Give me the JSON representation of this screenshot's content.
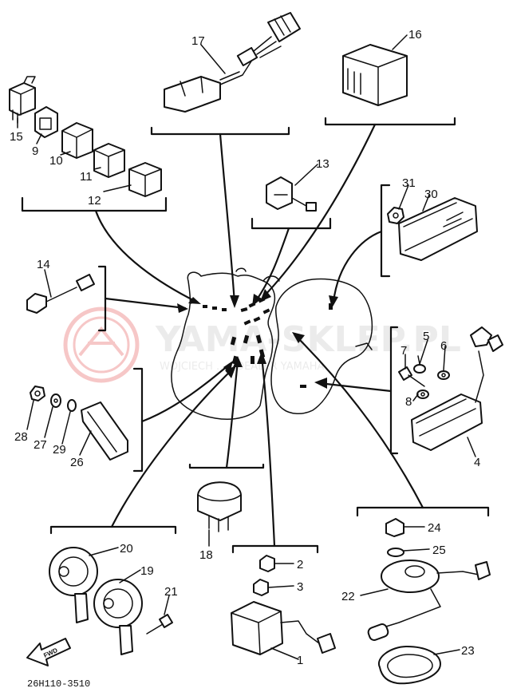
{
  "watermark": {
    "brand": "YAMA-SKLEP.PL",
    "sub": "WOJCIECH ... | DEALER YAMAHA",
    "color": "#e23a3a"
  },
  "parts": [
    {
      "id": "p17",
      "label": "17",
      "icon": "wire-connector-icon"
    },
    {
      "id": "p16",
      "label": "16",
      "icon": "relay-box-icon"
    },
    {
      "id": "p15",
      "label": "15",
      "icon": "relay-icon"
    },
    {
      "id": "p9",
      "label": "9",
      "icon": "bulb-socket-icon"
    },
    {
      "id": "p10",
      "label": "10",
      "icon": "relay-icon"
    },
    {
      "id": "p11",
      "label": "11",
      "icon": "relay-icon"
    },
    {
      "id": "p12",
      "label": "12",
      "icon": "relay-icon"
    },
    {
      "id": "p13",
      "label": "13",
      "icon": "switch-icon"
    },
    {
      "id": "p31",
      "label": "31",
      "icon": "nut-icon"
    },
    {
      "id": "p30",
      "label": "30",
      "icon": "reflector-icon"
    },
    {
      "id": "p14",
      "label": "14",
      "icon": "sensor-lead-icon"
    },
    {
      "id": "p5",
      "label": "5",
      "icon": "washer-icon"
    },
    {
      "id": "p6",
      "label": "6",
      "icon": "washer-icon"
    },
    {
      "id": "p7",
      "label": "7",
      "icon": "bolt-icon"
    },
    {
      "id": "p8",
      "label": "8",
      "icon": "washer-icon"
    },
    {
      "id": "p4",
      "label": "4",
      "icon": "ignitor-unit-icon"
    },
    {
      "id": "p28",
      "label": "28",
      "icon": "nut-icon"
    },
    {
      "id": "p27",
      "label": "27",
      "icon": "washer-icon"
    },
    {
      "id": "p29",
      "label": "29",
      "icon": "washer-icon"
    },
    {
      "id": "p26",
      "label": "26",
      "icon": "reflector-icon"
    },
    {
      "id": "p18",
      "label": "18",
      "icon": "flasher-relay-icon"
    },
    {
      "id": "p20",
      "label": "20",
      "icon": "horn-icon"
    },
    {
      "id": "p19",
      "label": "19",
      "icon": "horn-icon"
    },
    {
      "id": "p21",
      "label": "21",
      "icon": "bolt-icon"
    },
    {
      "id": "p2",
      "label": "2",
      "icon": "nut-icon"
    },
    {
      "id": "p3",
      "label": "3",
      "icon": "nut-icon"
    },
    {
      "id": "p1",
      "label": "1",
      "icon": "starter-relay-icon"
    },
    {
      "id": "p24",
      "label": "24",
      "icon": "bolt-icon"
    },
    {
      "id": "p25",
      "label": "25",
      "icon": "washer-icon"
    },
    {
      "id": "p22",
      "label": "22",
      "icon": "fuel-sender-icon"
    },
    {
      "id": "p23",
      "label": "23",
      "icon": "gasket-icon"
    }
  ],
  "direction_marker": {
    "text": "FWD",
    "icon": "forward-arrow-icon"
  },
  "diagram_code": "26H110-3510"
}
